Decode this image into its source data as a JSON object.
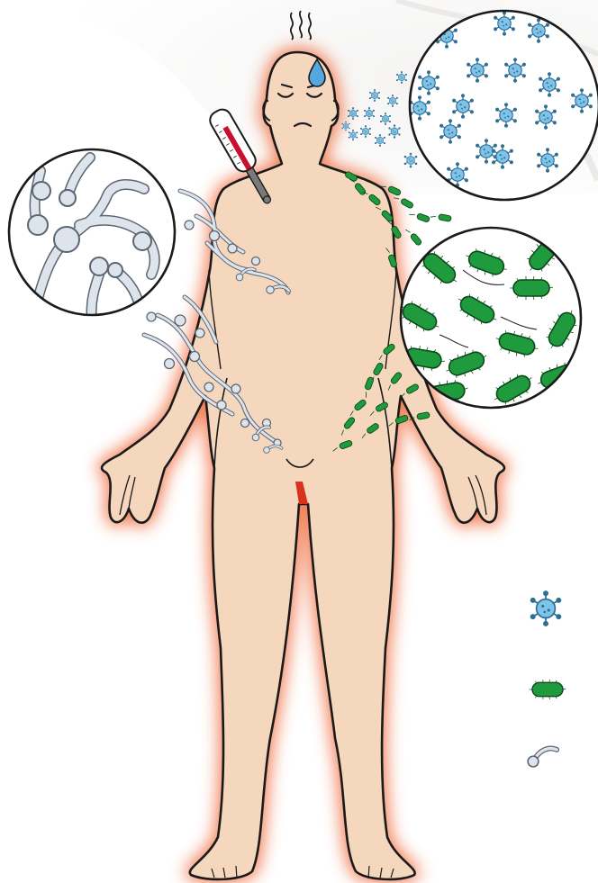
{
  "illustration": {
    "subject": "human-figure-infection",
    "pathogen_types": [
      "virus",
      "bacterium",
      "fungus"
    ]
  },
  "colors": {
    "skin": "#f5d7bd",
    "outline": "#1a1a1a",
    "glow": "#f06a3a",
    "virus": "#7fc4e8",
    "virus_dark": "#2f6f96",
    "bacteria": "#1f9a3c",
    "bacteria_dark": "#0b4a1a",
    "fungus": "#dde4ec",
    "fungus_dark": "#5c6673",
    "thermometer_fluid": "#c8102e",
    "sweat": "#56a7e0",
    "pillow": "#e8e6e4"
  },
  "legend": [
    {
      "icon": "virus-icon"
    },
    {
      "icon": "bacteria-icon"
    },
    {
      "icon": "fungus-icon"
    }
  ]
}
